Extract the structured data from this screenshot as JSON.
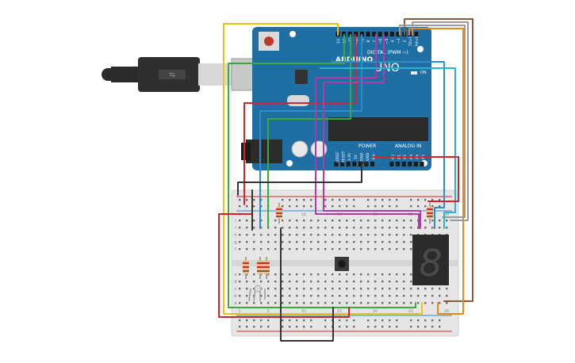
{
  "board": {
    "brand": "ARDUINO",
    "model": "UNO",
    "digital_label": "DIGITAL (PWM ~)",
    "analog_label": "ANALOG IN",
    "power_label": "POWER",
    "on_label": "ON",
    "aref_label": "AREF",
    "gnd_label": "GND",
    "tx_label": "TX",
    "rx_label": "RX",
    "l_label": "L",
    "digital_pins": [
      "13",
      "12",
      "~11",
      "~10",
      "~9",
      "8",
      "7",
      "~6",
      "~5",
      "4",
      "~3",
      "2",
      "TX>1",
      "RX<0"
    ],
    "power_pins": [
      "IOREF",
      "RESET",
      "3.3V",
      "5V",
      "GND",
      "GND",
      "Vin"
    ],
    "analog_pins": [
      "A0",
      "A1",
      "A2",
      "A3",
      "A4",
      "A5"
    ]
  },
  "breadboard": {
    "row_letters_top": [
      "j",
      "i",
      "h",
      "g",
      "f"
    ],
    "row_letters_bottom": [
      "e",
      "d",
      "c",
      "b",
      "a"
    ],
    "column_numbers": [
      "1",
      "5",
      "10",
      "15",
      "20",
      "25",
      "30"
    ]
  },
  "display": {
    "digit": "8"
  },
  "colors": {
    "board": "#1f6fa5",
    "breadboard": "#e6e6e6",
    "wire_red": "#d0252a",
    "wire_yellow": "#e6c319",
    "wire_green": "#3aaa3a",
    "wire_blue": "#2a8ec8",
    "wire_purple": "#b23aa8",
    "wire_brown": "#8a5a3a",
    "wire_orange": "#e38a1c",
    "wire_black": "#333333",
    "wire_gray": "#9a9a9a",
    "wire_cyan": "#2ab1d8"
  },
  "icons": {
    "usb_plug": "usb-icon"
  }
}
